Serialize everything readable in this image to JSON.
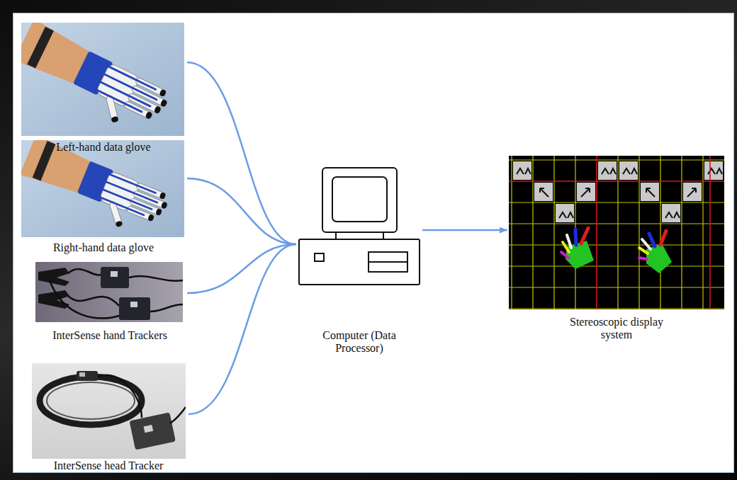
{
  "diagram": {
    "nodes": [
      {
        "text": [
          "Left-hand data glove"
        ]
      },
      {
        "text": [
          "Right-hand data glove"
        ]
      },
      {
        "text": [
          "InterSense hand Trackers"
        ]
      },
      {
        "text": [
          "InterSense head Tracker"
        ]
      },
      {
        "text": [
          "Computer (Data Processor)"
        ]
      },
      {
        "text": [
          "Stereoscopic display system"
        ]
      }
    ],
    "edges": [
      {
        "from": 0,
        "to": 4,
        "arrow": "none"
      },
      {
        "from": 1,
        "to": 4,
        "arrow": "none"
      },
      {
        "from": 2,
        "to": 4,
        "arrow": "none"
      },
      {
        "from": 3,
        "to": 4,
        "arrow": "none"
      },
      {
        "from": 4,
        "to": 5,
        "arrow": "to"
      }
    ]
  }
}
